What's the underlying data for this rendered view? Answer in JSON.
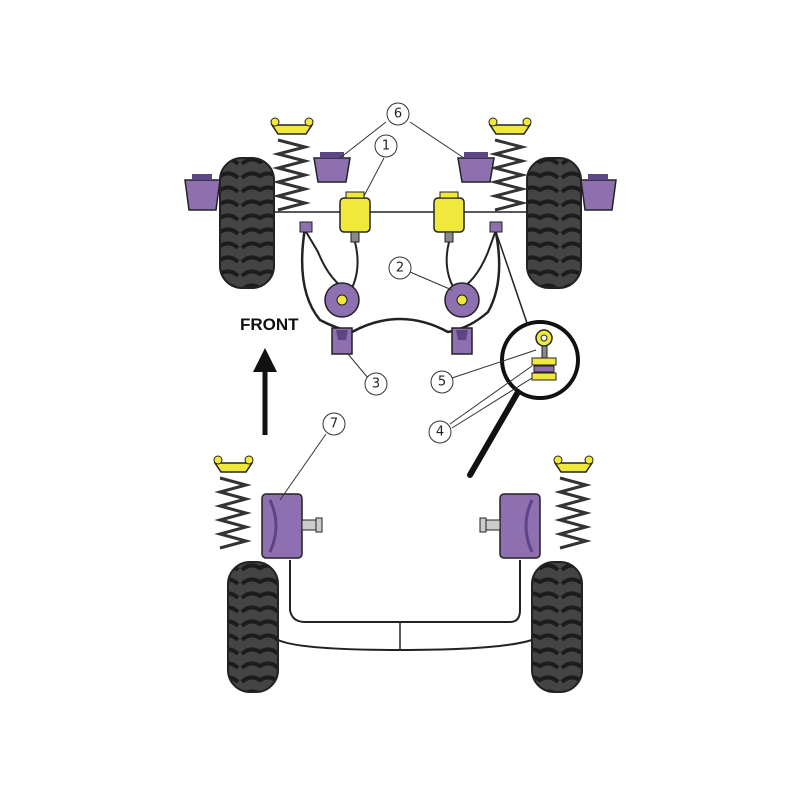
{
  "labels": {
    "front": "FRONT",
    "c1": "1",
    "c2": "2",
    "c3": "3",
    "c4": "4",
    "c5": "5",
    "c6": "6",
    "c7": "7"
  },
  "colors": {
    "bush_purple": "#8e70b0",
    "bush_purple_dark": "#5d4585",
    "bush_yellow": "#f0e83a",
    "bush_yellow_dark": "#b9a90f",
    "tyre": "#3a3a3a",
    "outline": "#222222"
  }
}
